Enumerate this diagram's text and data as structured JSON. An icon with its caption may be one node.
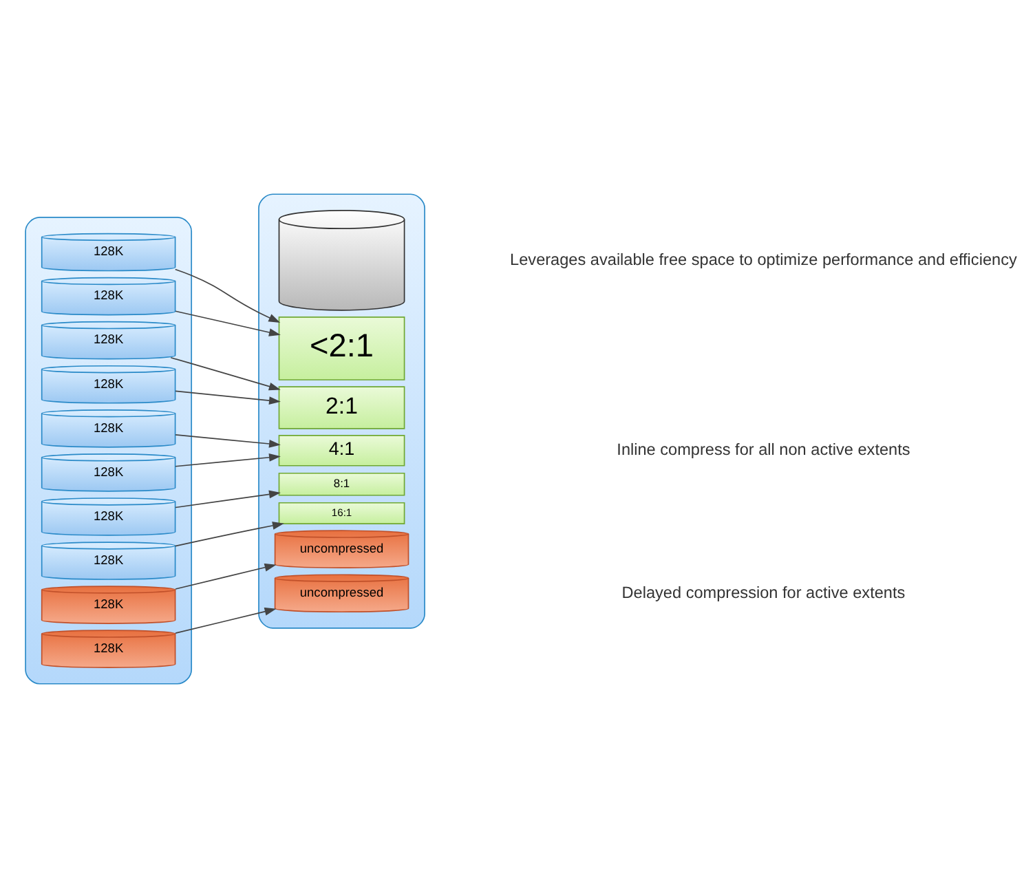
{
  "diagram": {
    "nodes": [
      {
        "text": [],
        "shape": "cylinder"
      },
      {
        "text": [
          "128K"
        ],
        "in": 0
      },
      {
        "text": [
          "128K"
        ],
        "in": 0
      },
      {
        "text": [
          "128K"
        ],
        "in": 0
      },
      {
        "text": [
          "128K"
        ],
        "in": 0
      },
      {
        "text": [
          "128K"
        ],
        "in": 0
      },
      {
        "text": [
          "128K"
        ],
        "in": 0
      },
      {
        "text": [
          "128K"
        ],
        "in": 0
      },
      {
        "text": [
          "128K"
        ],
        "in": 0
      },
      {
        "text": [
          "128K"
        ],
        "in": 0
      },
      {
        "text": [
          "128K"
        ],
        "in": 0
      },
      {
        "text": [],
        "shape": "cylinder"
      },
      {
        "text": [
          "uncompressed"
        ],
        "in": 11
      },
      {
        "text": [
          "uncompressed"
        ],
        "in": 11
      },
      {
        "text": [
          "16:1"
        ],
        "in": 11
      },
      {
        "text": [
          "8:1"
        ],
        "in": 11
      },
      {
        "text": [
          "4:1"
        ],
        "in": 11
      },
      {
        "text": [
          "2:1"
        ],
        "in": 11
      },
      {
        "text": [
          "<2:1"
        ],
        "in": 11
      },
      {
        "text": [],
        "shape": "cylinder",
        "in": 11
      }
    ],
    "edges": [
      {
        "from": 1,
        "to": 12,
        "arrow": "to"
      },
      {
        "from": 2,
        "to": 13,
        "arrow": "to"
      },
      {
        "from": 3,
        "to": 14,
        "arrow": "to"
      },
      {
        "from": 4,
        "to": 15,
        "arrow": "to"
      },
      {
        "from": 5,
        "to": 16,
        "arrow": "to"
      },
      {
        "from": 6,
        "to": 16,
        "arrow": "to"
      },
      {
        "from": 7,
        "to": 17,
        "arrow": "to"
      },
      {
        "from": 8,
        "to": 17,
        "arrow": "to"
      },
      {
        "from": 9,
        "to": 18,
        "arrow": "to"
      },
      {
        "from": 10,
        "to": 18,
        "arrow": "to"
      }
    ],
    "labels": [
      "Delayed compression for active extents",
      "Inline compress for all non active extents",
      "Leverages available free space to optimize performance and efficiency"
    ]
  }
}
